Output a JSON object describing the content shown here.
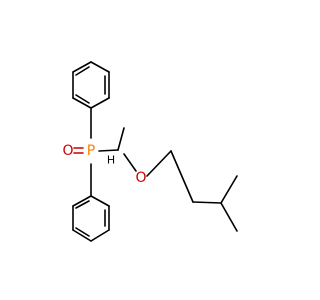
{
  "molecule": {
    "atoms": {
      "phosphorus": {
        "symbol": "P",
        "color": "#ff8000"
      },
      "phosphoryl_oxygen": {
        "symbol": "O",
        "color": "#cc0000"
      },
      "ether_oxygen": {
        "symbol": "O",
        "color": "#cc0000"
      },
      "stereo_hydrogen": {
        "symbol": "H",
        "color": "#000000"
      }
    },
    "bond_color": "#000000"
  }
}
